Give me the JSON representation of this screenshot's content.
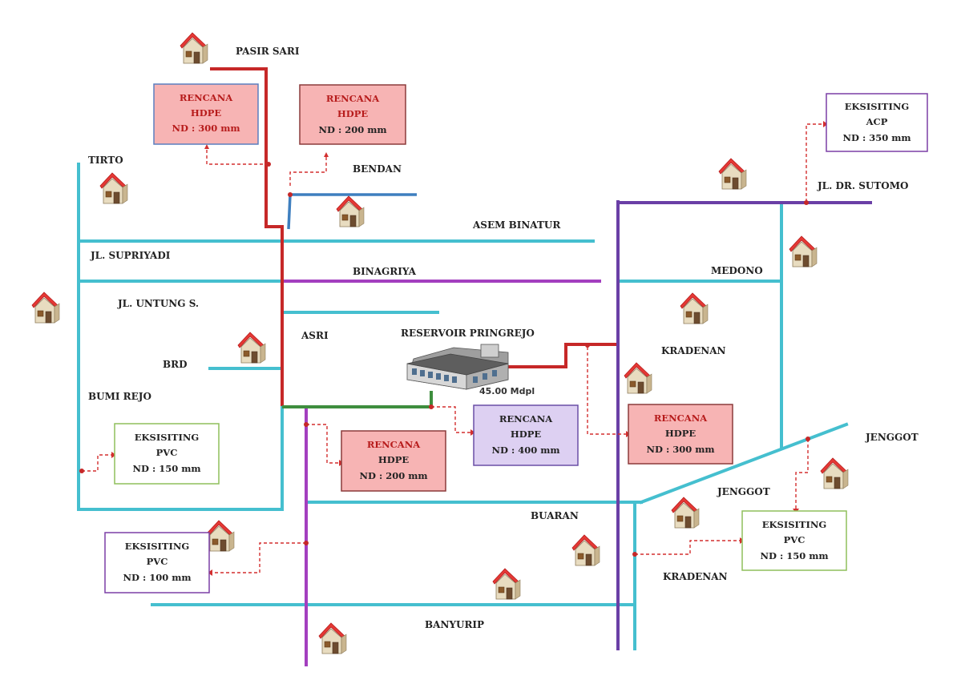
{
  "colors": {
    "pipe_cyan": "#45bfcf",
    "pipe_purple": "#a33fbf",
    "pipe_purple_dark": "#6a3fa6",
    "pipe_red": "#c62828",
    "pipe_green": "#3e8e3e",
    "pipe_blue": "#3e7fbf",
    "leader_red": "#d32f2f"
  },
  "reservoir": {
    "label": "RESERVOIR PRINGREJO",
    "elevation": "45.00 Mdpl"
  },
  "labels": {
    "pasir_sari": "PASIR SARI",
    "tirto": "TIRTO",
    "bendan": "BENDAN",
    "asem_binatur": "ASEM BINATUR",
    "jl_supriyadi": "JL. SUPRIYADI",
    "binagriya": "BINAGRIYA",
    "jl_untung": "JL. UNTUNG S.",
    "asri": "ASRI",
    "brd": "BRD",
    "bumi_rejo": "BUMI REJO",
    "jl_sutomo": "JL. DR. SUTOMO",
    "medono": "MEDONO",
    "kradenan_top": "KRADENAN",
    "jenggot_right": "JENGGOT",
    "jenggot_mid": "JENGGOT",
    "buaran": "BUARAN",
    "kradenan_bottom": "KRADENAN",
    "banyurip": "BANYURIP"
  },
  "boxes": {
    "hdpe300_top": {
      "l1": "RENCANA",
      "l2": "HDPE",
      "l3": "ND : 300 mm"
    },
    "hdpe200_top": {
      "l1": "RENCANA",
      "l2": "HDPE",
      "l3": "ND : 200 mm"
    },
    "acp350": {
      "l1": "EKSISITING",
      "l2": "ACP",
      "l3": "ND : 350 mm"
    },
    "pvc150_left": {
      "l1": "EKSISITING",
      "l2": "PVC",
      "l3": "ND : 150 mm"
    },
    "hdpe200_mid": {
      "l1": "RENCANA",
      "l2": "HDPE",
      "l3": "ND : 200 mm"
    },
    "hdpe400": {
      "l1": "RENCANA",
      "l2": "HDPE",
      "l3": "ND : 400 mm"
    },
    "hdpe300_right": {
      "l1": "RENCANA",
      "l2": "HDPE",
      "l3": "ND : 300 mm"
    },
    "pvc150_right": {
      "l1": "EKSISITING",
      "l2": "PVC",
      "l3": "ND : 150 mm"
    },
    "pvc100": {
      "l1": "EKSISITING",
      "l2": "PVC",
      "l3": "ND : 100 mm"
    }
  },
  "icons": {
    "house": "house-icon",
    "reservoir": "reservoir-building-icon"
  }
}
